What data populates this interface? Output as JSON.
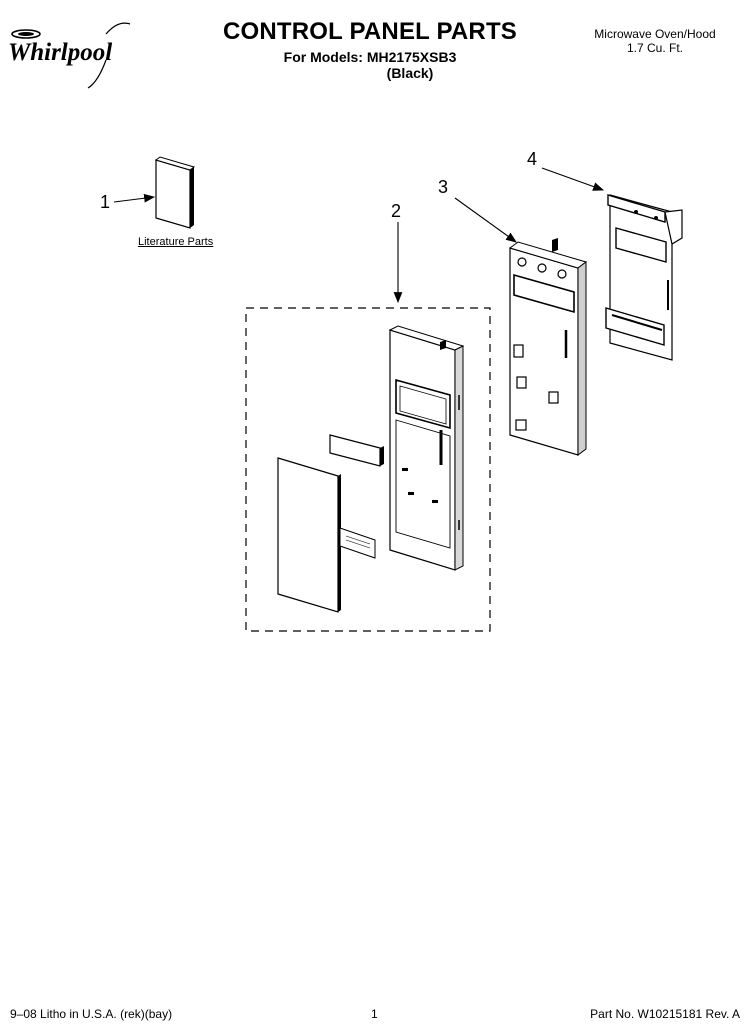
{
  "brand": {
    "logo_text": "Whirlpool"
  },
  "header": {
    "title": "CONTROL PANEL PARTS",
    "models": "For Models: MH2175XSB3",
    "color": "(Black)",
    "product_line1": "Microwave Oven/Hood",
    "product_line2": "1.7 Cu. Ft."
  },
  "callouts": {
    "c1": "1",
    "c2": "2",
    "c3": "3",
    "c4": "4"
  },
  "labels": {
    "literature": "Literature Parts"
  },
  "footer": {
    "litho": "9–08 Litho in U.S.A. (rek)(bay)",
    "page": "1",
    "part_no": "Part No. W10215181 Rev. A"
  }
}
